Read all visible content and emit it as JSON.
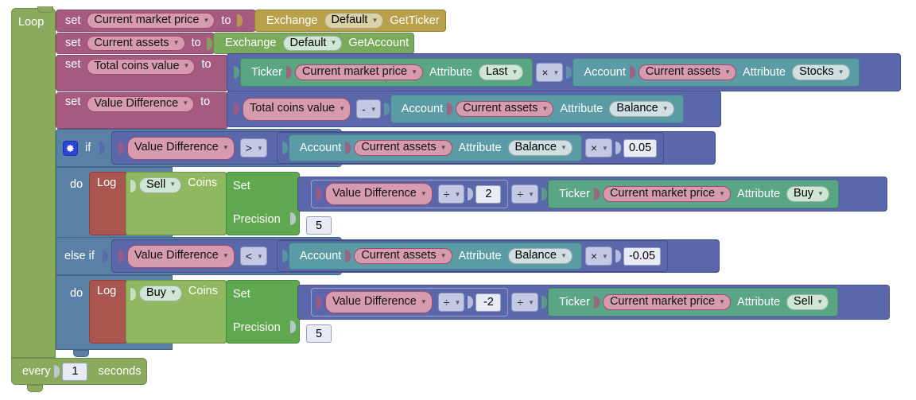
{
  "program": {
    "loop": {
      "label": "Loop",
      "every_label": "every",
      "seconds_label": "seconds",
      "interval": "1"
    },
    "statements": [
      {
        "kind": "set-exchange",
        "set_label": "set",
        "variable": "Current market price",
        "to_label": "to",
        "value": {
          "block": "Exchange",
          "dropdown": "Default",
          "method": "GetTicker"
        }
      },
      {
        "kind": "set-exchange",
        "set_label": "set",
        "variable": "Current assets",
        "to_label": "to",
        "value": {
          "block": "Exchange",
          "dropdown": "Default",
          "method": "GetAccount"
        }
      },
      {
        "kind": "set-math",
        "set_label": "set",
        "variable": "Total coins value",
        "to_label": "to",
        "left": {
          "block": "Ticker",
          "var": "Current market price",
          "attr_label": "Attribute",
          "attr": "Last"
        },
        "operator": "×",
        "right": {
          "block": "Account",
          "var": "Current assets",
          "attr_label": "Attribute",
          "attr": "Stocks"
        }
      },
      {
        "kind": "set-math",
        "set_label": "set",
        "variable": "Value Difference",
        "to_label": "to",
        "left": {
          "var": "Total coins value"
        },
        "operator": "-",
        "right": {
          "block": "Account",
          "var": "Current assets",
          "attr_label": "Attribute",
          "attr": "Balance"
        }
      }
    ],
    "conditional": {
      "gear_icon": "gear-icon",
      "if_label": "if",
      "else_if_label": "else if",
      "do_label": "do",
      "branches": [
        {
          "condition": {
            "left_var": "Value Difference",
            "comparator": ">",
            "right": {
              "block": "Account",
              "var": "Current assets",
              "attr_label": "Attribute",
              "attr": "Balance",
              "operator": "×",
              "number": "0.05"
            }
          },
          "action": {
            "log_label": "Log",
            "direction": "Sell",
            "coins_label": "Coins",
            "set_label": "Set",
            "precision_label": "Precision",
            "precision": "5",
            "amount": {
              "var": "Value Difference",
              "operator1": "÷",
              "number": "2",
              "operator2": "÷",
              "price_block": "Ticker",
              "price_var": "Current market price",
              "attr_label": "Attribute",
              "attr": "Buy"
            }
          }
        },
        {
          "condition": {
            "left_var": "Value Difference",
            "comparator": "<",
            "right": {
              "block": "Account",
              "var": "Current assets",
              "attr_label": "Attribute",
              "attr": "Balance",
              "operator": "×",
              "number": "-0.05"
            }
          },
          "action": {
            "log_label": "Log",
            "direction": "Buy",
            "coins_label": "Coins",
            "set_label": "Set",
            "precision_label": "Precision",
            "precision": "5",
            "amount": {
              "var": "Value Difference",
              "operator1": "÷",
              "number": "-2",
              "operator2": "÷",
              "price_block": "Ticker",
              "price_var": "Current market price",
              "attr_label": "Attribute",
              "attr": "Sell"
            }
          }
        }
      ]
    }
  },
  "colors": {
    "loop": "#8aab5d",
    "set": "#a55b80",
    "ticker_exchange": "#b8a14a",
    "account_exchange": "#7aab5d",
    "math": "#5b67ab",
    "ticker": "#5aa583",
    "account": "#5a9ba5",
    "if": "#5b80a5",
    "log": "#a8564f",
    "coins": "#8fb860",
    "set_precision": "#5fa84f",
    "variable_field": "#d79bb0",
    "gear": "#2b46d8"
  }
}
